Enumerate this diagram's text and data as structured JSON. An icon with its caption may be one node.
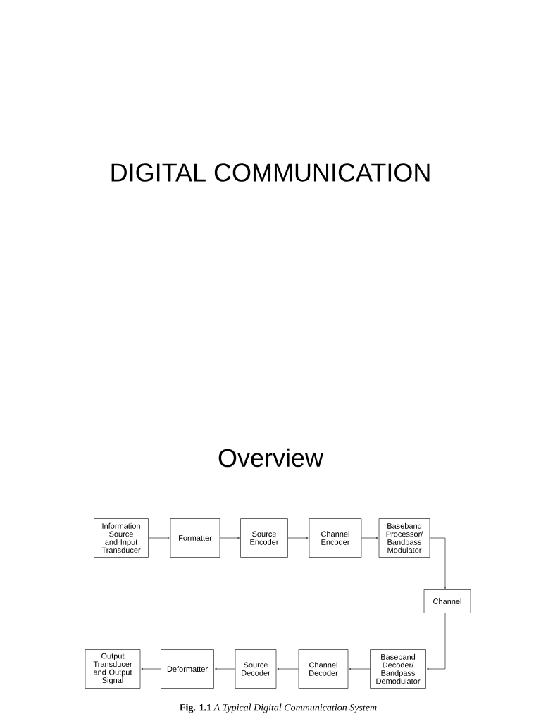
{
  "diagram": {
    "title": "DIGITAL COMMUNICATION",
    "caption": "**Fig. 1.1**   *A Typical Digital Communication System*",
    "nodes": [
      {
        "text": [
          "Information Source and Input Transducer"
        ]
      },
      {
        "text": [
          "Formatter"
        ]
      },
      {
        "text": [
          "Source Encoder"
        ]
      },
      {
        "text": [
          "Channel Encoder"
        ]
      },
      {
        "text": [
          "Baseband Processor/ Bandpass Modulator"
        ]
      },
      {
        "text": [
          "Channel"
        ]
      },
      {
        "text": [
          "Baseband Decoder/ Bandpass Demodulator"
        ]
      },
      {
        "text": [
          "Channel Decoder"
        ]
      },
      {
        "text": [
          "Source Decoder"
        ]
      },
      {
        "text": [
          "Deformatter"
        ]
      },
      {
        "text": [
          "Output Transducer and Output Signal"
        ]
      }
    ],
    "edges": [
      {
        "from": 0,
        "to": 1,
        "arrow": "to"
      },
      {
        "from": 1,
        "to": 2,
        "arrow": "to"
      },
      {
        "from": 2,
        "to": 3,
        "arrow": "to"
      },
      {
        "from": 3,
        "to": 4,
        "arrow": "to"
      },
      {
        "from": 4,
        "to": 5,
        "arrow": "to"
      },
      {
        "from": 5,
        "to": 6,
        "arrow": "to"
      },
      {
        "from": 6,
        "to": 7,
        "arrow": "to"
      },
      {
        "from": 7,
        "to": 8,
        "arrow": "to"
      },
      {
        "from": 8,
        "to": 9,
        "arrow": "to"
      },
      {
        "from": 9,
        "to": 10,
        "arrow": "to"
      }
    ],
    "labels": [
      "Overview"
    ]
  }
}
